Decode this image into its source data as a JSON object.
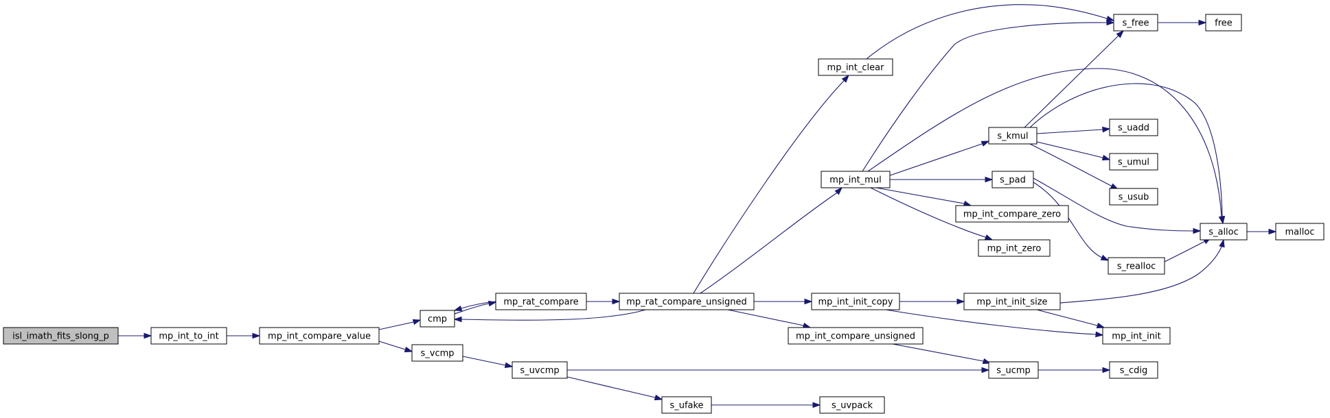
{
  "nodes": {
    "isl_imath_fits_slong_p": "isl_imath_fits_slong_p",
    "mp_int_to_int": "mp_int_to_int",
    "mp_int_compare_value": "mp_int_compare_value",
    "cmp": "cmp",
    "s_vcmp": "s_vcmp",
    "mp_rat_compare": "mp_rat_compare",
    "mp_rat_compare_unsigned": "mp_rat_compare_unsigned",
    "s_uvcmp": "s_uvcmp",
    "mp_int_clear": "mp_int_clear",
    "mp_int_mul": "mp_int_mul",
    "mp_int_init_copy": "mp_int_init_copy",
    "mp_int_compare_unsigned": "mp_int_compare_unsigned",
    "s_ufake": "s_ufake",
    "s_uvpack": "s_uvpack",
    "s_free": "s_free",
    "free": "free",
    "s_kmul": "s_kmul",
    "s_pad": "s_pad",
    "mp_int_compare_zero": "mp_int_compare_zero",
    "mp_int_zero": "mp_int_zero",
    "mp_int_init_size": "mp_int_init_size",
    "s_ucmp": "s_ucmp",
    "s_uadd": "s_uadd",
    "s_umul": "s_umul",
    "s_usub": "s_usub",
    "s_alloc": "s_alloc",
    "s_realloc": "s_realloc",
    "mp_int_init": "mp_int_init",
    "s_cdig": "s_cdig",
    "malloc": "malloc"
  },
  "root": "isl_imath_fits_slong_p",
  "colors": {
    "edge": "#191970",
    "root_fill": "#bfbfbf",
    "node_fill": "#ffffff",
    "node_stroke": "#000000"
  },
  "edges": [
    [
      "isl_imath_fits_slong_p",
      "mp_int_to_int"
    ],
    [
      "mp_int_to_int",
      "mp_int_compare_value"
    ],
    [
      "mp_int_compare_value",
      "cmp"
    ],
    [
      "mp_int_compare_value",
      "s_vcmp"
    ],
    [
      "cmp",
      "mp_rat_compare"
    ],
    [
      "mp_rat_compare",
      "cmp"
    ],
    [
      "mp_rat_compare",
      "mp_rat_compare_unsigned"
    ],
    [
      "mp_rat_compare_unsigned",
      "cmp"
    ],
    [
      "mp_rat_compare_unsigned",
      "mp_int_clear"
    ],
    [
      "mp_rat_compare_unsigned",
      "mp_int_mul"
    ],
    [
      "mp_rat_compare_unsigned",
      "mp_int_init_copy"
    ],
    [
      "mp_rat_compare_unsigned",
      "mp_int_compare_unsigned"
    ],
    [
      "s_vcmp",
      "s_uvcmp"
    ],
    [
      "s_uvcmp",
      "s_ucmp"
    ],
    [
      "s_uvcmp",
      "s_ufake"
    ],
    [
      "s_ufake",
      "s_uvpack"
    ],
    [
      "mp_int_clear",
      "s_free"
    ],
    [
      "s_free",
      "free"
    ],
    [
      "mp_int_mul",
      "s_free"
    ],
    [
      "mp_int_mul",
      "s_alloc"
    ],
    [
      "mp_int_mul",
      "s_kmul"
    ],
    [
      "mp_int_mul",
      "s_pad"
    ],
    [
      "mp_int_mul",
      "mp_int_compare_zero"
    ],
    [
      "mp_int_mul",
      "mp_int_zero"
    ],
    [
      "s_kmul",
      "s_free"
    ],
    [
      "s_kmul",
      "s_alloc"
    ],
    [
      "s_kmul",
      "s_uadd"
    ],
    [
      "s_kmul",
      "s_umul"
    ],
    [
      "s_kmul",
      "s_usub"
    ],
    [
      "s_pad",
      "s_alloc"
    ],
    [
      "s_pad",
      "s_realloc"
    ],
    [
      "s_realloc",
      "s_alloc"
    ],
    [
      "s_alloc",
      "malloc"
    ],
    [
      "mp_int_init_copy",
      "mp_int_init_size"
    ],
    [
      "mp_int_init_copy",
      "mp_int_init"
    ],
    [
      "mp_int_init_size",
      "s_alloc"
    ],
    [
      "mp_int_init_size",
      "mp_int_init"
    ],
    [
      "mp_int_compare_unsigned",
      "s_ucmp"
    ],
    [
      "s_ucmp",
      "s_cdig"
    ]
  ]
}
